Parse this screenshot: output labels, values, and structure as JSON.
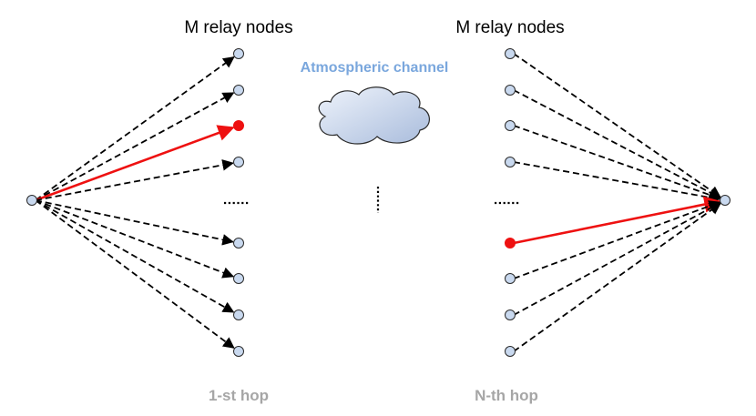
{
  "labels": {
    "relay_left": "M relay nodes",
    "relay_right": "M relay nodes",
    "channel": "Atmospheric channel",
    "hop_first": "1-st hop",
    "hop_last": "N-th hop"
  },
  "colors": {
    "node_fill": "#c9d9ef",
    "node_stroke": "#2b2b2b",
    "selected": "#ee1111",
    "dashed_link": "#000000",
    "channel_text": "#7aa7dd",
    "hop_text": "#a6a6a6",
    "cloud_light": "#eef3fb",
    "cloud_dark": "#a9bcdc"
  },
  "left_hop": {
    "nodes_above_dots": 4,
    "nodes_below_dots": 4,
    "selected_relay": 3
  },
  "right_hop": {
    "nodes_above_dots": 4,
    "nodes_below_dots": 4,
    "selected_relay": 5
  },
  "icons": {
    "channel": "cloud-icon",
    "ellipsis": "dots-icon"
  }
}
